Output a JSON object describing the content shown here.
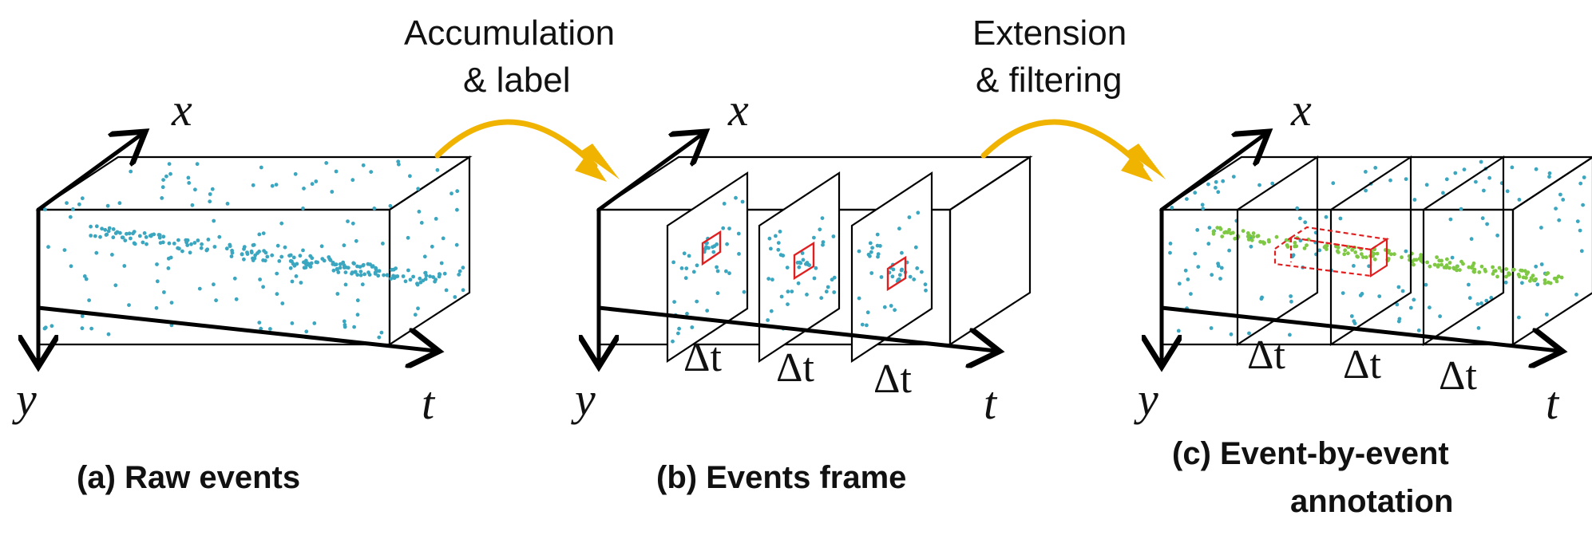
{
  "steps": {
    "accumulation": [
      "Accumulation",
      "& label"
    ],
    "extension": [
      "Extension",
      "& filtering"
    ]
  },
  "panels": {
    "a": {
      "caption": "(a) Raw events",
      "x_label": "x",
      "y_label": "y",
      "t_label": "t"
    },
    "b": {
      "caption": "(b) Events frame",
      "x_label": "x",
      "y_label": "y",
      "t_label": "t",
      "dt_labels": [
        "Δt",
        "Δt",
        "Δt"
      ]
    },
    "c": {
      "caption": [
        "(c)  Event-by-event",
        "annotation"
      ],
      "x_label": "x",
      "y_label": "y",
      "t_label": "t",
      "dt_labels": [
        "Δt",
        "Δt",
        "Δt"
      ]
    }
  },
  "colors": {
    "event_dot": "#3aa6bf",
    "track_dot": "#7ec843",
    "label_box": "#e02020",
    "flow_arrow": "#f0b400",
    "line": "#000000"
  }
}
